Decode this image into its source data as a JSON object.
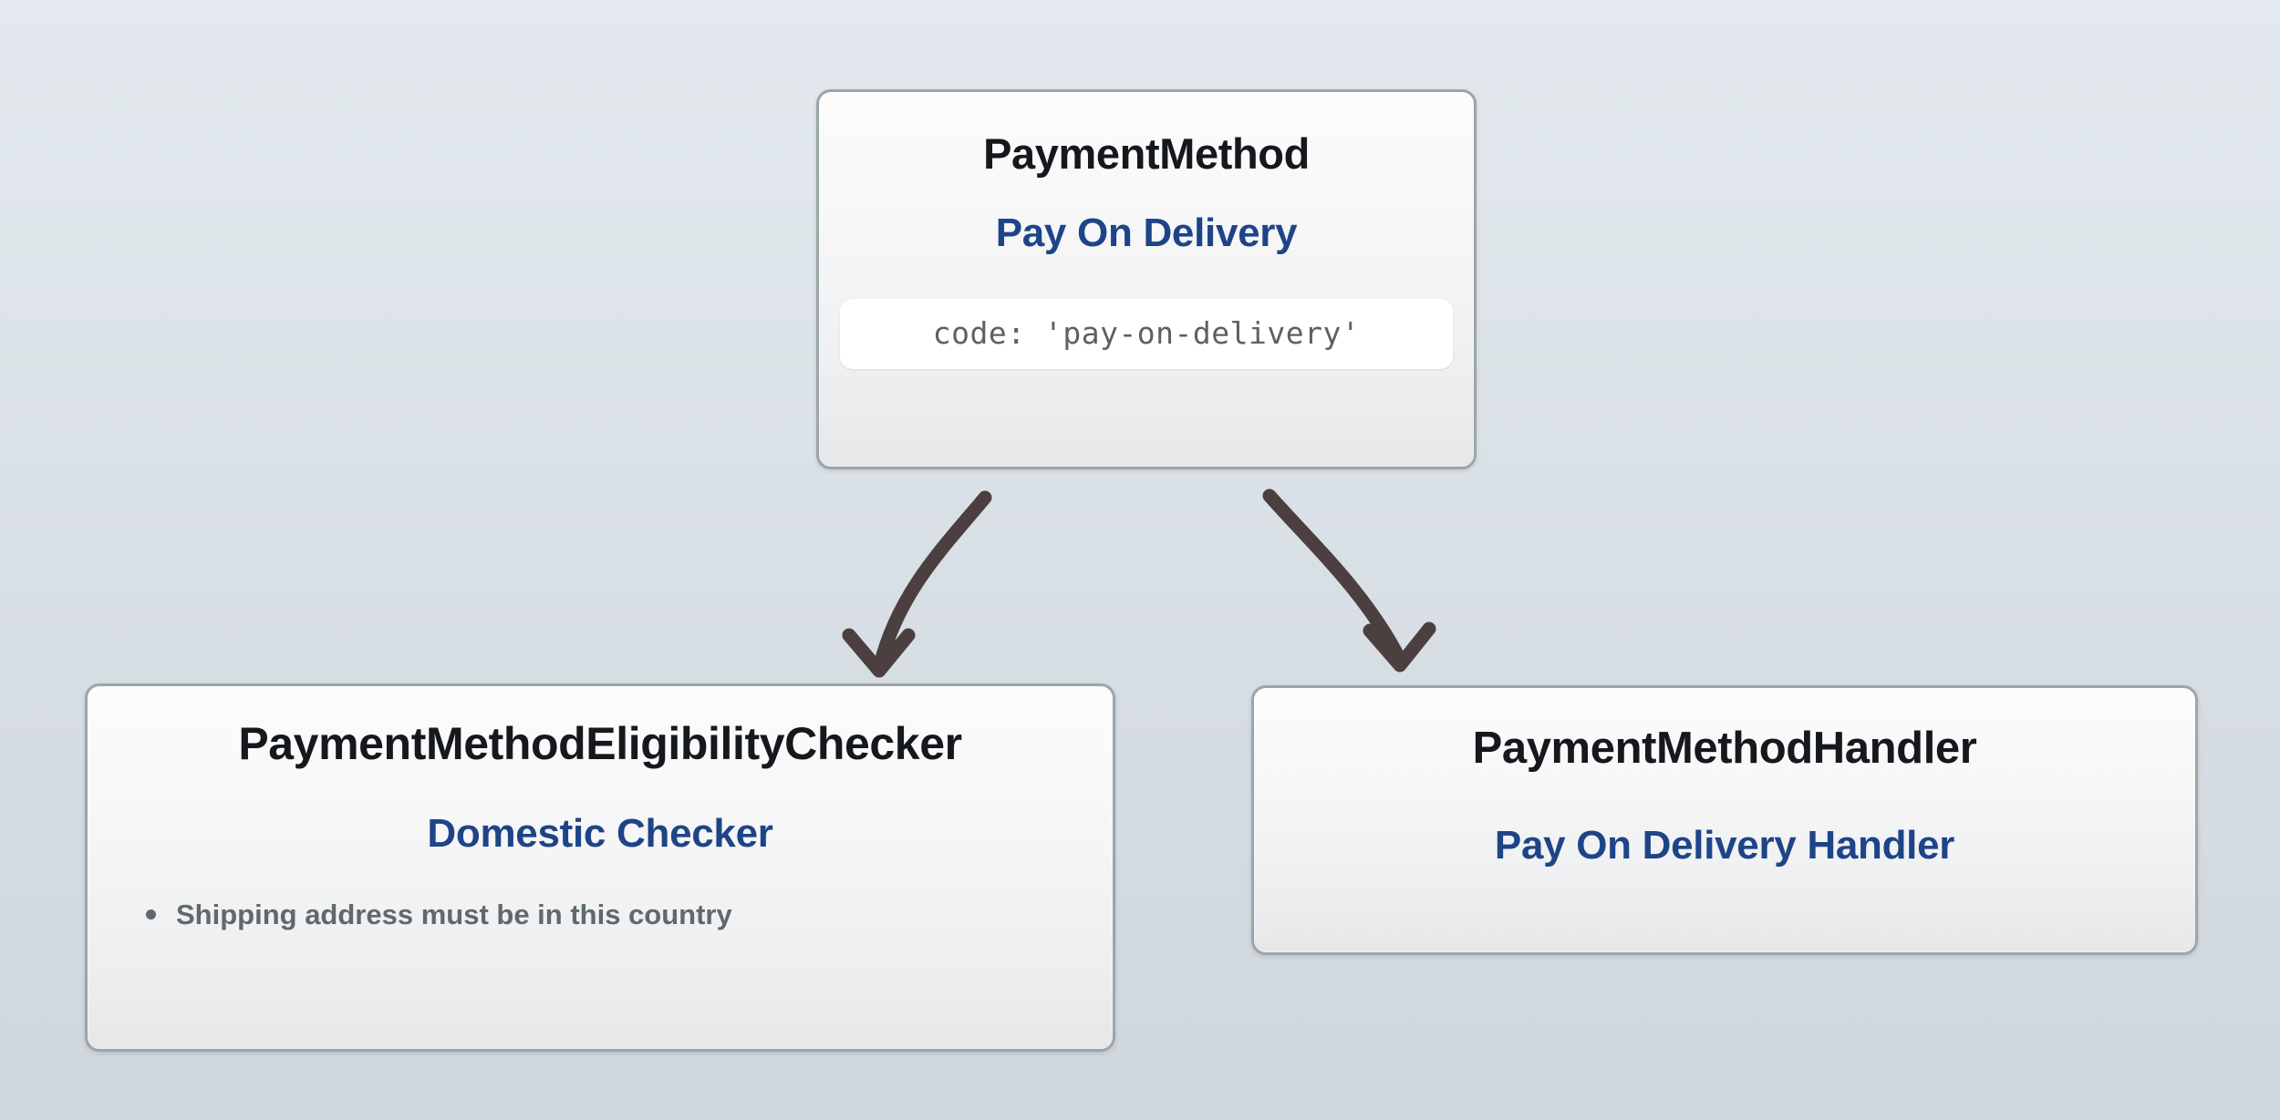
{
  "diagram": {
    "type": "hierarchy",
    "background_top_color": "#e3e9ee",
    "background_bottom_color": "#cfd7dd",
    "accent_blue": "#1e4488",
    "title_color": "#15181d",
    "muted_color": "#5f696e",
    "arrow_color": "#4c3f3f",
    "card_border_color": "#9ca5aa"
  },
  "nodes": {
    "payment_method": {
      "type_label": "PaymentMethod",
      "name": "Pay On Delivery",
      "code": "code: 'pay-on-delivery'"
    },
    "eligibility_checker": {
      "type_label": "PaymentMethodEligibilityChecker",
      "name": "Domestic Checker",
      "rules": [
        "Shipping address must be in this country"
      ]
    },
    "handler": {
      "type_label": "PaymentMethodHandler",
      "name": "Pay On Delivery Handler"
    }
  },
  "edges": [
    {
      "name": "edge-to-eligibility-checker",
      "from": "payment_method",
      "to": "eligibility_checker",
      "style": "curved-arrow"
    },
    {
      "name": "edge-to-handler",
      "from": "payment_method",
      "to": "handler",
      "style": "curved-arrow"
    }
  ]
}
